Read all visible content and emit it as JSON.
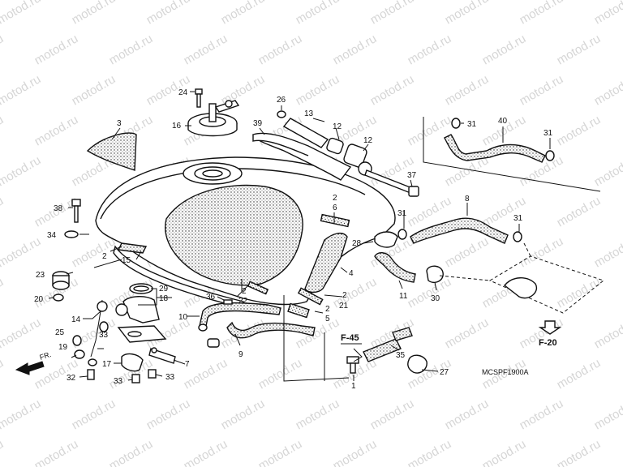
{
  "watermark": "motod.ru",
  "drawing_code": "MCSPF1900A",
  "arrows": {
    "front": "FR.",
    "ref_f45": "F-45",
    "ref_f20": "F-20"
  },
  "callouts": [
    {
      "id": "c24a",
      "text": "24"
    },
    {
      "id": "c16",
      "text": "16"
    },
    {
      "id": "c26",
      "text": "26"
    },
    {
      "id": "c13",
      "text": "13"
    },
    {
      "id": "c39",
      "text": "39"
    },
    {
      "id": "c12a",
      "text": "12"
    },
    {
      "id": "c12b",
      "text": "12"
    },
    {
      "id": "c31a",
      "text": "31"
    },
    {
      "id": "c40",
      "text": "40"
    },
    {
      "id": "c31b",
      "text": "31"
    },
    {
      "id": "c3",
      "text": "3"
    },
    {
      "id": "c37",
      "text": "37"
    },
    {
      "id": "c38",
      "text": "38"
    },
    {
      "id": "c2a",
      "text": "2"
    },
    {
      "id": "c6",
      "text": "6"
    },
    {
      "id": "c8",
      "text": "8"
    },
    {
      "id": "c31c",
      "text": "31"
    },
    {
      "id": "c31d",
      "text": "31"
    },
    {
      "id": "c34",
      "text": "34"
    },
    {
      "id": "c28",
      "text": "28"
    },
    {
      "id": "c2b",
      "text": "2"
    },
    {
      "id": "c15",
      "text": "15"
    },
    {
      "id": "c4",
      "text": "4"
    },
    {
      "id": "c23",
      "text": "23"
    },
    {
      "id": "c11",
      "text": "11"
    },
    {
      "id": "c30",
      "text": "30"
    },
    {
      "id": "c29",
      "text": "29"
    },
    {
      "id": "c20",
      "text": "20"
    },
    {
      "id": "c18",
      "text": "18"
    },
    {
      "id": "c36",
      "text": "36"
    },
    {
      "id": "c2c",
      "text": "2"
    },
    {
      "id": "c22",
      "text": "22"
    },
    {
      "id": "c2d",
      "text": "2"
    },
    {
      "id": "c21",
      "text": "21"
    },
    {
      "id": "c14",
      "text": "14"
    },
    {
      "id": "c10",
      "text": "10"
    },
    {
      "id": "c2e",
      "text": "2"
    },
    {
      "id": "c5",
      "text": "5"
    },
    {
      "id": "c33a",
      "text": "33"
    },
    {
      "id": "c25",
      "text": "25"
    },
    {
      "id": "c19",
      "text": "19"
    },
    {
      "id": "c9",
      "text": "9"
    },
    {
      "id": "c7",
      "text": "7"
    },
    {
      "id": "c17",
      "text": "17"
    },
    {
      "id": "c35",
      "text": "35"
    },
    {
      "id": "c1",
      "text": "1"
    },
    {
      "id": "c32",
      "text": "32"
    },
    {
      "id": "c33b",
      "text": "33"
    },
    {
      "id": "c33c",
      "text": "33"
    },
    {
      "id": "c27",
      "text": "27"
    }
  ]
}
